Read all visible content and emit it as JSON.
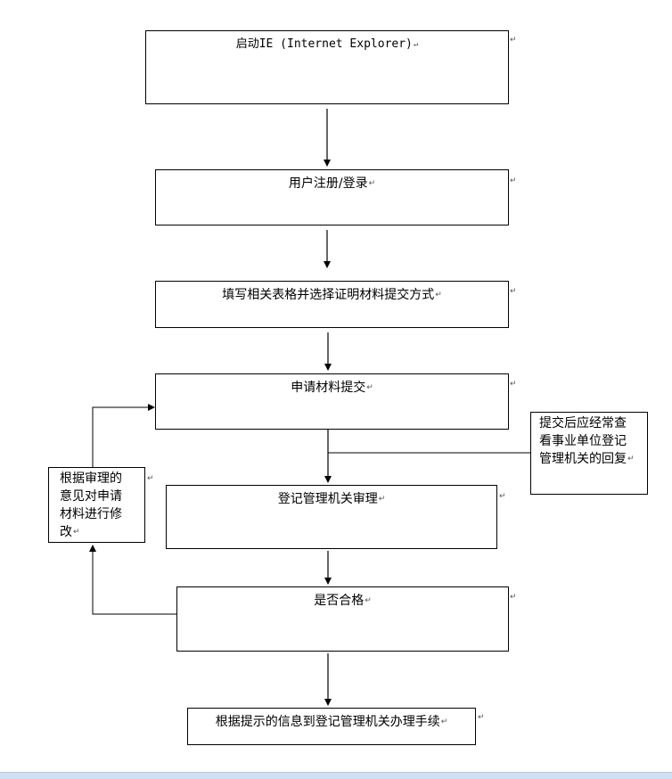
{
  "nodes": {
    "start": {
      "text": "启动IE (Internet Explorer)",
      "mark": "↵"
    },
    "register": {
      "text": "用户注册/登录",
      "mark": "↵"
    },
    "fill_form": {
      "text": "填写相关表格并选择证明材料提交方式",
      "mark": "↵"
    },
    "submit": {
      "text": "申请材料提交",
      "mark": "↵"
    },
    "review": {
      "text": "登记管理机关审理",
      "mark": "↵"
    },
    "qualified": {
      "text": "是否合格",
      "mark": "↵"
    },
    "finish": {
      "text": "根据提示的信息到登记管理机关办理手续",
      "mark": "↵"
    },
    "revise_note": {
      "text": "根据审理的\n意见对申请\n材料进行修\n改",
      "mark": "↵"
    },
    "reply_note": {
      "text": "提交后应经常查\n看事业单位登记\n管理机关的回复",
      "mark": "↵"
    }
  },
  "para_mark": "↵"
}
